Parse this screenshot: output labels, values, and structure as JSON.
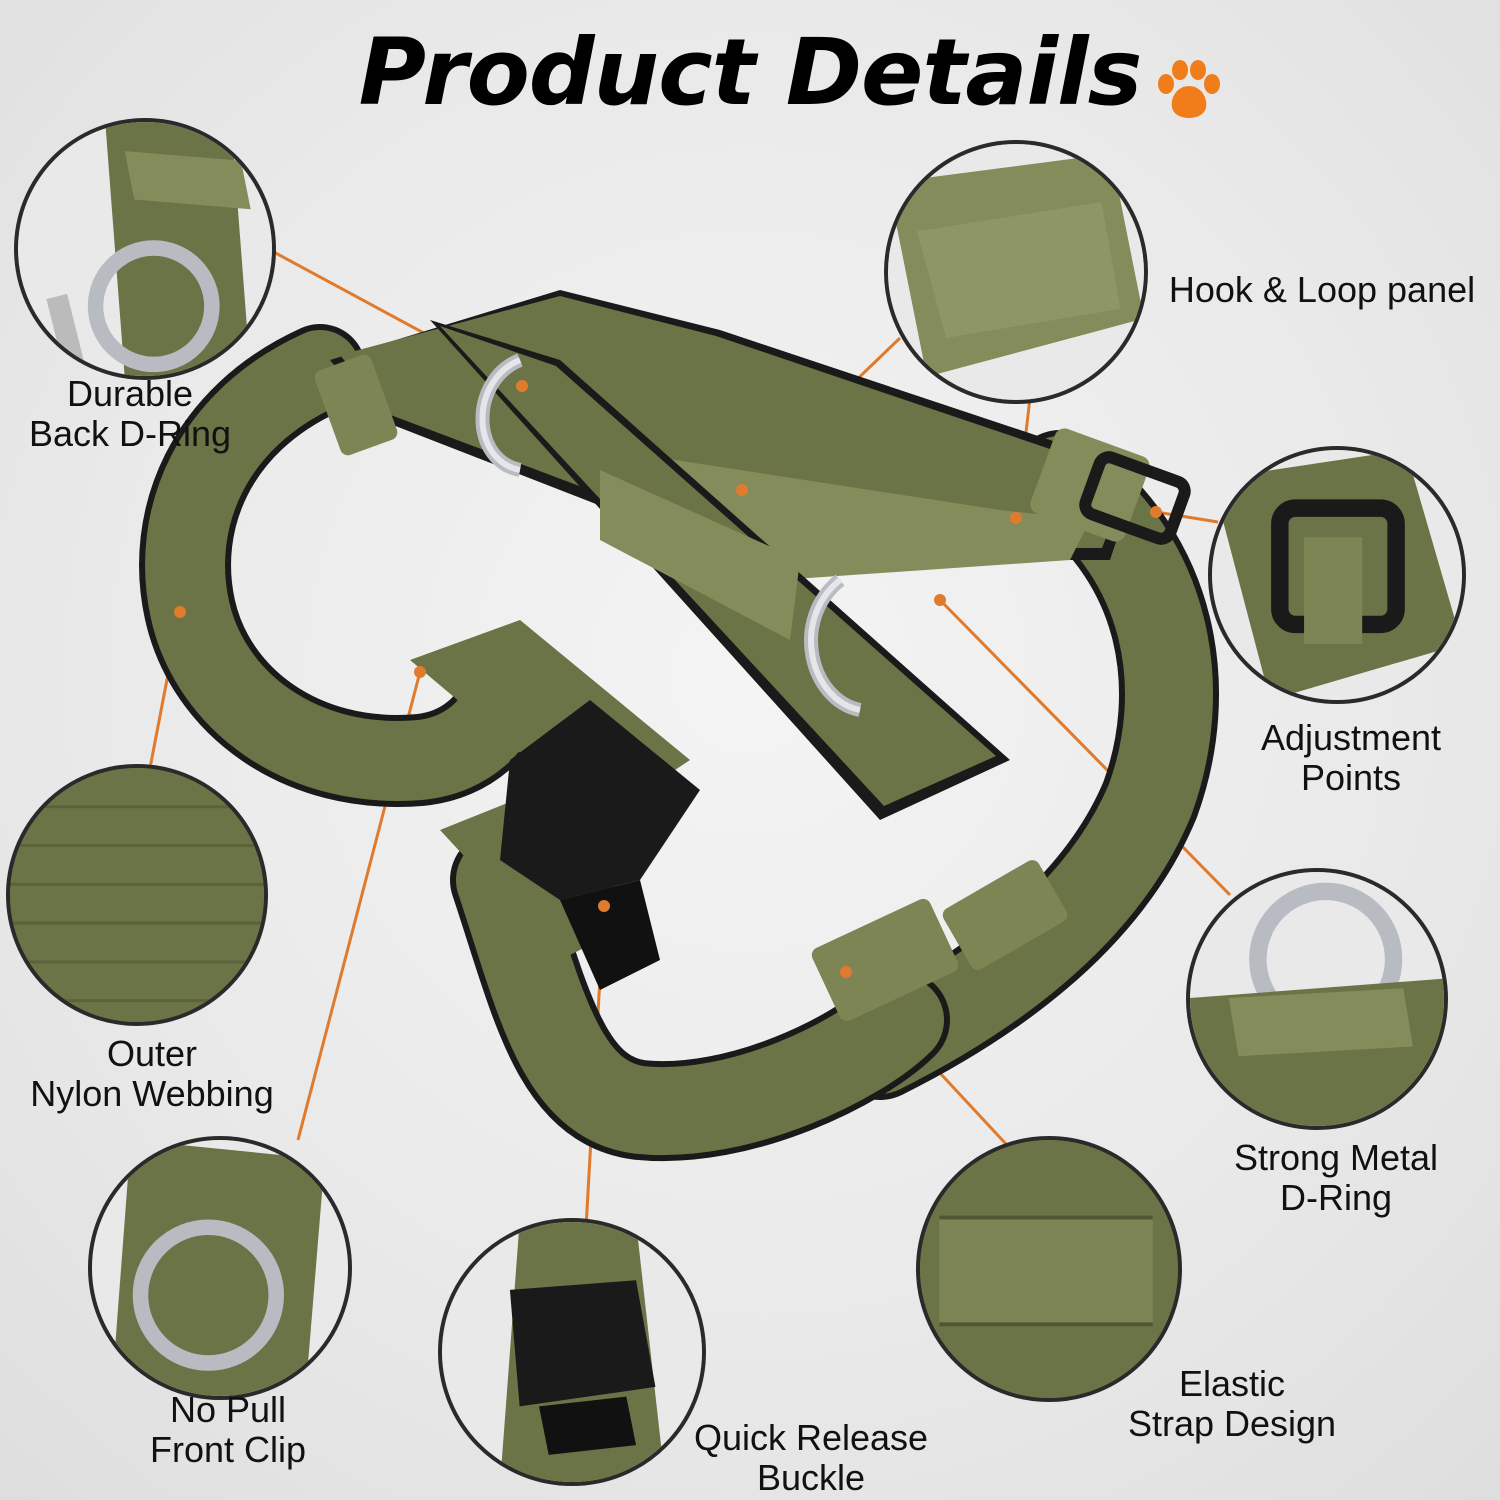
{
  "title": "Product Details",
  "colors": {
    "webbing": "#6b7446",
    "webbing_dark": "#4f5632",
    "panel": "#858c5c",
    "buckle": "#1a1a1a",
    "leader": "#e07a2c",
    "paw": "#f07d1a"
  },
  "icons": {
    "paw": "paw-icon"
  },
  "features": [
    {
      "id": "back-d-ring",
      "line1": "Durable",
      "line2": "Back D-Ring"
    },
    {
      "id": "hook-loop-panel",
      "line1": "Hook & Loop panel",
      "line2": ""
    },
    {
      "id": "adjustment-points",
      "line1": "Adjustment",
      "line2": "Points"
    },
    {
      "id": "outer-nylon-webbing",
      "line1": "Outer",
      "line2": "Nylon Webbing"
    },
    {
      "id": "strong-metal-d-ring",
      "line1": "Strong Metal",
      "line2": "D-Ring"
    },
    {
      "id": "no-pull-front-clip",
      "line1": "No Pull",
      "line2": "Front Clip"
    },
    {
      "id": "quick-release-buckle",
      "line1": "Quick Release",
      "line2": "Buckle"
    },
    {
      "id": "elastic-strap-design",
      "line1": "Elastic",
      "line2": "Strap Design"
    }
  ]
}
